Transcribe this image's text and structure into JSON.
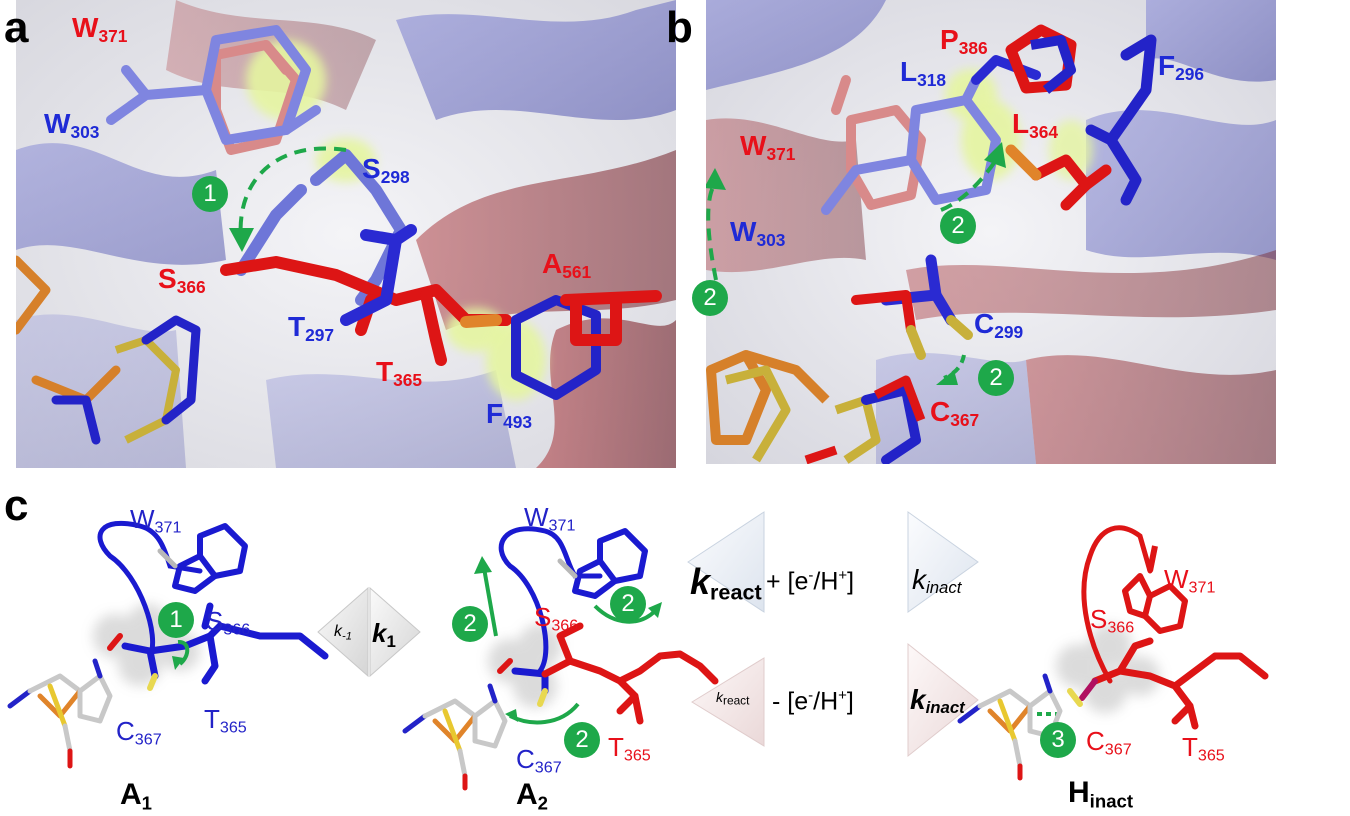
{
  "panels": {
    "a": "a",
    "b": "b",
    "c": "c"
  },
  "panel_a": {
    "residues": [
      {
        "name": "W",
        "num": "371"
      },
      {
        "name": "W",
        "num": "303"
      },
      {
        "name": "S",
        "num": "298"
      },
      {
        "name": "S",
        "num": "366"
      },
      {
        "name": "T",
        "num": "297"
      },
      {
        "name": "T",
        "num": "365"
      },
      {
        "name": "A",
        "num": "561"
      },
      {
        "name": "F",
        "num": "493"
      }
    ],
    "steps": [
      "1"
    ]
  },
  "panel_b": {
    "residues": [
      {
        "name": "P",
        "num": "386"
      },
      {
        "name": "L",
        "num": "318"
      },
      {
        "name": "F",
        "num": "296"
      },
      {
        "name": "L",
        "num": "364"
      },
      {
        "name": "W",
        "num": "371"
      },
      {
        "name": "W",
        "num": "303"
      },
      {
        "name": "C",
        "num": "299"
      },
      {
        "name": "C",
        "num": "367"
      }
    ],
    "steps": [
      "2",
      "2",
      "2"
    ]
  },
  "panel_c": {
    "residues_a1": [
      {
        "name": "W",
        "num": "371"
      },
      {
        "name": "S",
        "num": "366"
      },
      {
        "name": "C",
        "num": "367"
      },
      {
        "name": "T",
        "num": "365"
      }
    ],
    "residues_a2": [
      {
        "name": "W",
        "num": "371"
      },
      {
        "name": "S",
        "num": "366"
      },
      {
        "name": "C",
        "num": "367"
      },
      {
        "name": "T",
        "num": "365"
      }
    ],
    "residues_h": [
      {
        "name": "W",
        "num": "371"
      },
      {
        "name": "S",
        "num": "366"
      },
      {
        "name": "C",
        "num": "367"
      },
      {
        "name": "T",
        "num": "365"
      }
    ],
    "steps_a1": [
      "1"
    ],
    "steps_a2": [
      "2",
      "2",
      "2"
    ],
    "steps_h": [
      "3"
    ],
    "rate_k_minus1": {
      "k": "k",
      "sub": "-1"
    },
    "rate_k1": {
      "k": "k",
      "sub": "1"
    },
    "rate_k_react_top": {
      "k": "k",
      "sub": "react"
    },
    "rate_k_inact_top": {
      "k": "k",
      "sub": "inact"
    },
    "rate_k_react_bottom": {
      "k": "k",
      "sub": "react"
    },
    "rate_k_inact_bottom": {
      "k": "k",
      "sub": "inact"
    },
    "plus_electron": {
      "pre": "+ [e",
      "sup1": "-",
      "mid": "/H",
      "sup2": "+",
      "post": "]"
    },
    "minus_electron": {
      "pre": "- [e",
      "sup1": "-",
      "mid": "/H",
      "sup2": "+",
      "post": "]"
    },
    "states": [
      {
        "main": "A",
        "sub": "1"
      },
      {
        "main": "A",
        "sub": "2"
      },
      {
        "main": "H",
        "sub": "inact"
      }
    ]
  },
  "colors": {
    "red_label": "#e8101a",
    "blue_label": "#1f2ad6",
    "green_step": "#1ea84a",
    "protein_blue": "#7074c8",
    "protein_red": "#a8383e"
  }
}
